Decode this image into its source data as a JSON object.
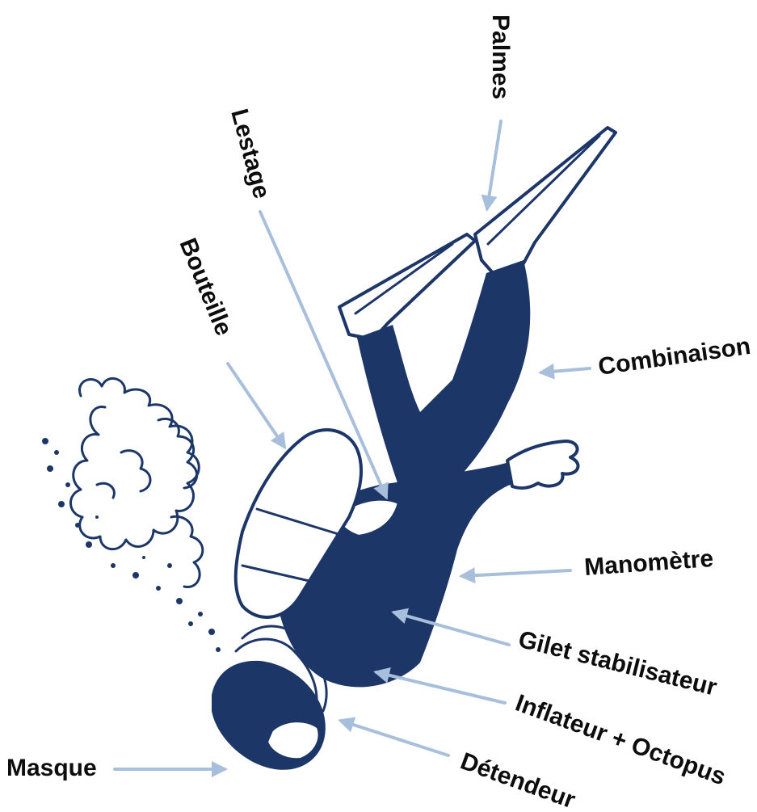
{
  "colors": {
    "ink": "#1c3668",
    "arrow": "#a8bfdc",
    "text": "#0d0d0d",
    "background": "#ffffff"
  },
  "labels": {
    "palmes": "Palmes",
    "lestage": "Lestage",
    "bouteille": "Bouteille",
    "combinaison": "Combinaison",
    "manometre": "Manomètre",
    "gilet": "Gilet stabilisateur",
    "inflateur": "Inflateur + Octopus",
    "detendeur": "Détendeur",
    "masque": "Masque"
  }
}
